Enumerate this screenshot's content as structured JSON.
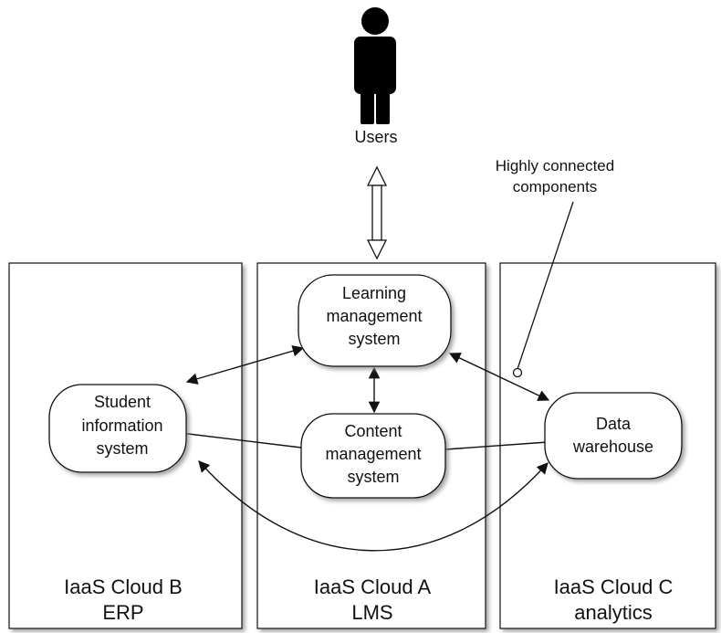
{
  "users": {
    "label": "Users",
    "icon": "person-icon"
  },
  "annotation": {
    "line1": "Highly connected",
    "line2": "components"
  },
  "clouds": {
    "b": {
      "line1": "IaaS Cloud B",
      "line2": "ERP"
    },
    "a": {
      "line1": "IaaS Cloud A",
      "line2": "LMS"
    },
    "c": {
      "line1": "IaaS Cloud C",
      "line2": "analytics"
    }
  },
  "components": {
    "lms": {
      "line1": "Learning",
      "line2": "management",
      "line3": "system"
    },
    "cms": {
      "line1": "Content",
      "line2": "management",
      "line3": "system"
    },
    "sis": {
      "line1": "Student",
      "line2": "information",
      "line3": "system"
    },
    "dw": {
      "line1": "Data",
      "line2": "warehouse"
    }
  },
  "colors": {
    "stroke": "#1a1a1a",
    "fill": "#ffffff",
    "shadow": "#9a9a9a",
    "person": "#000000"
  }
}
